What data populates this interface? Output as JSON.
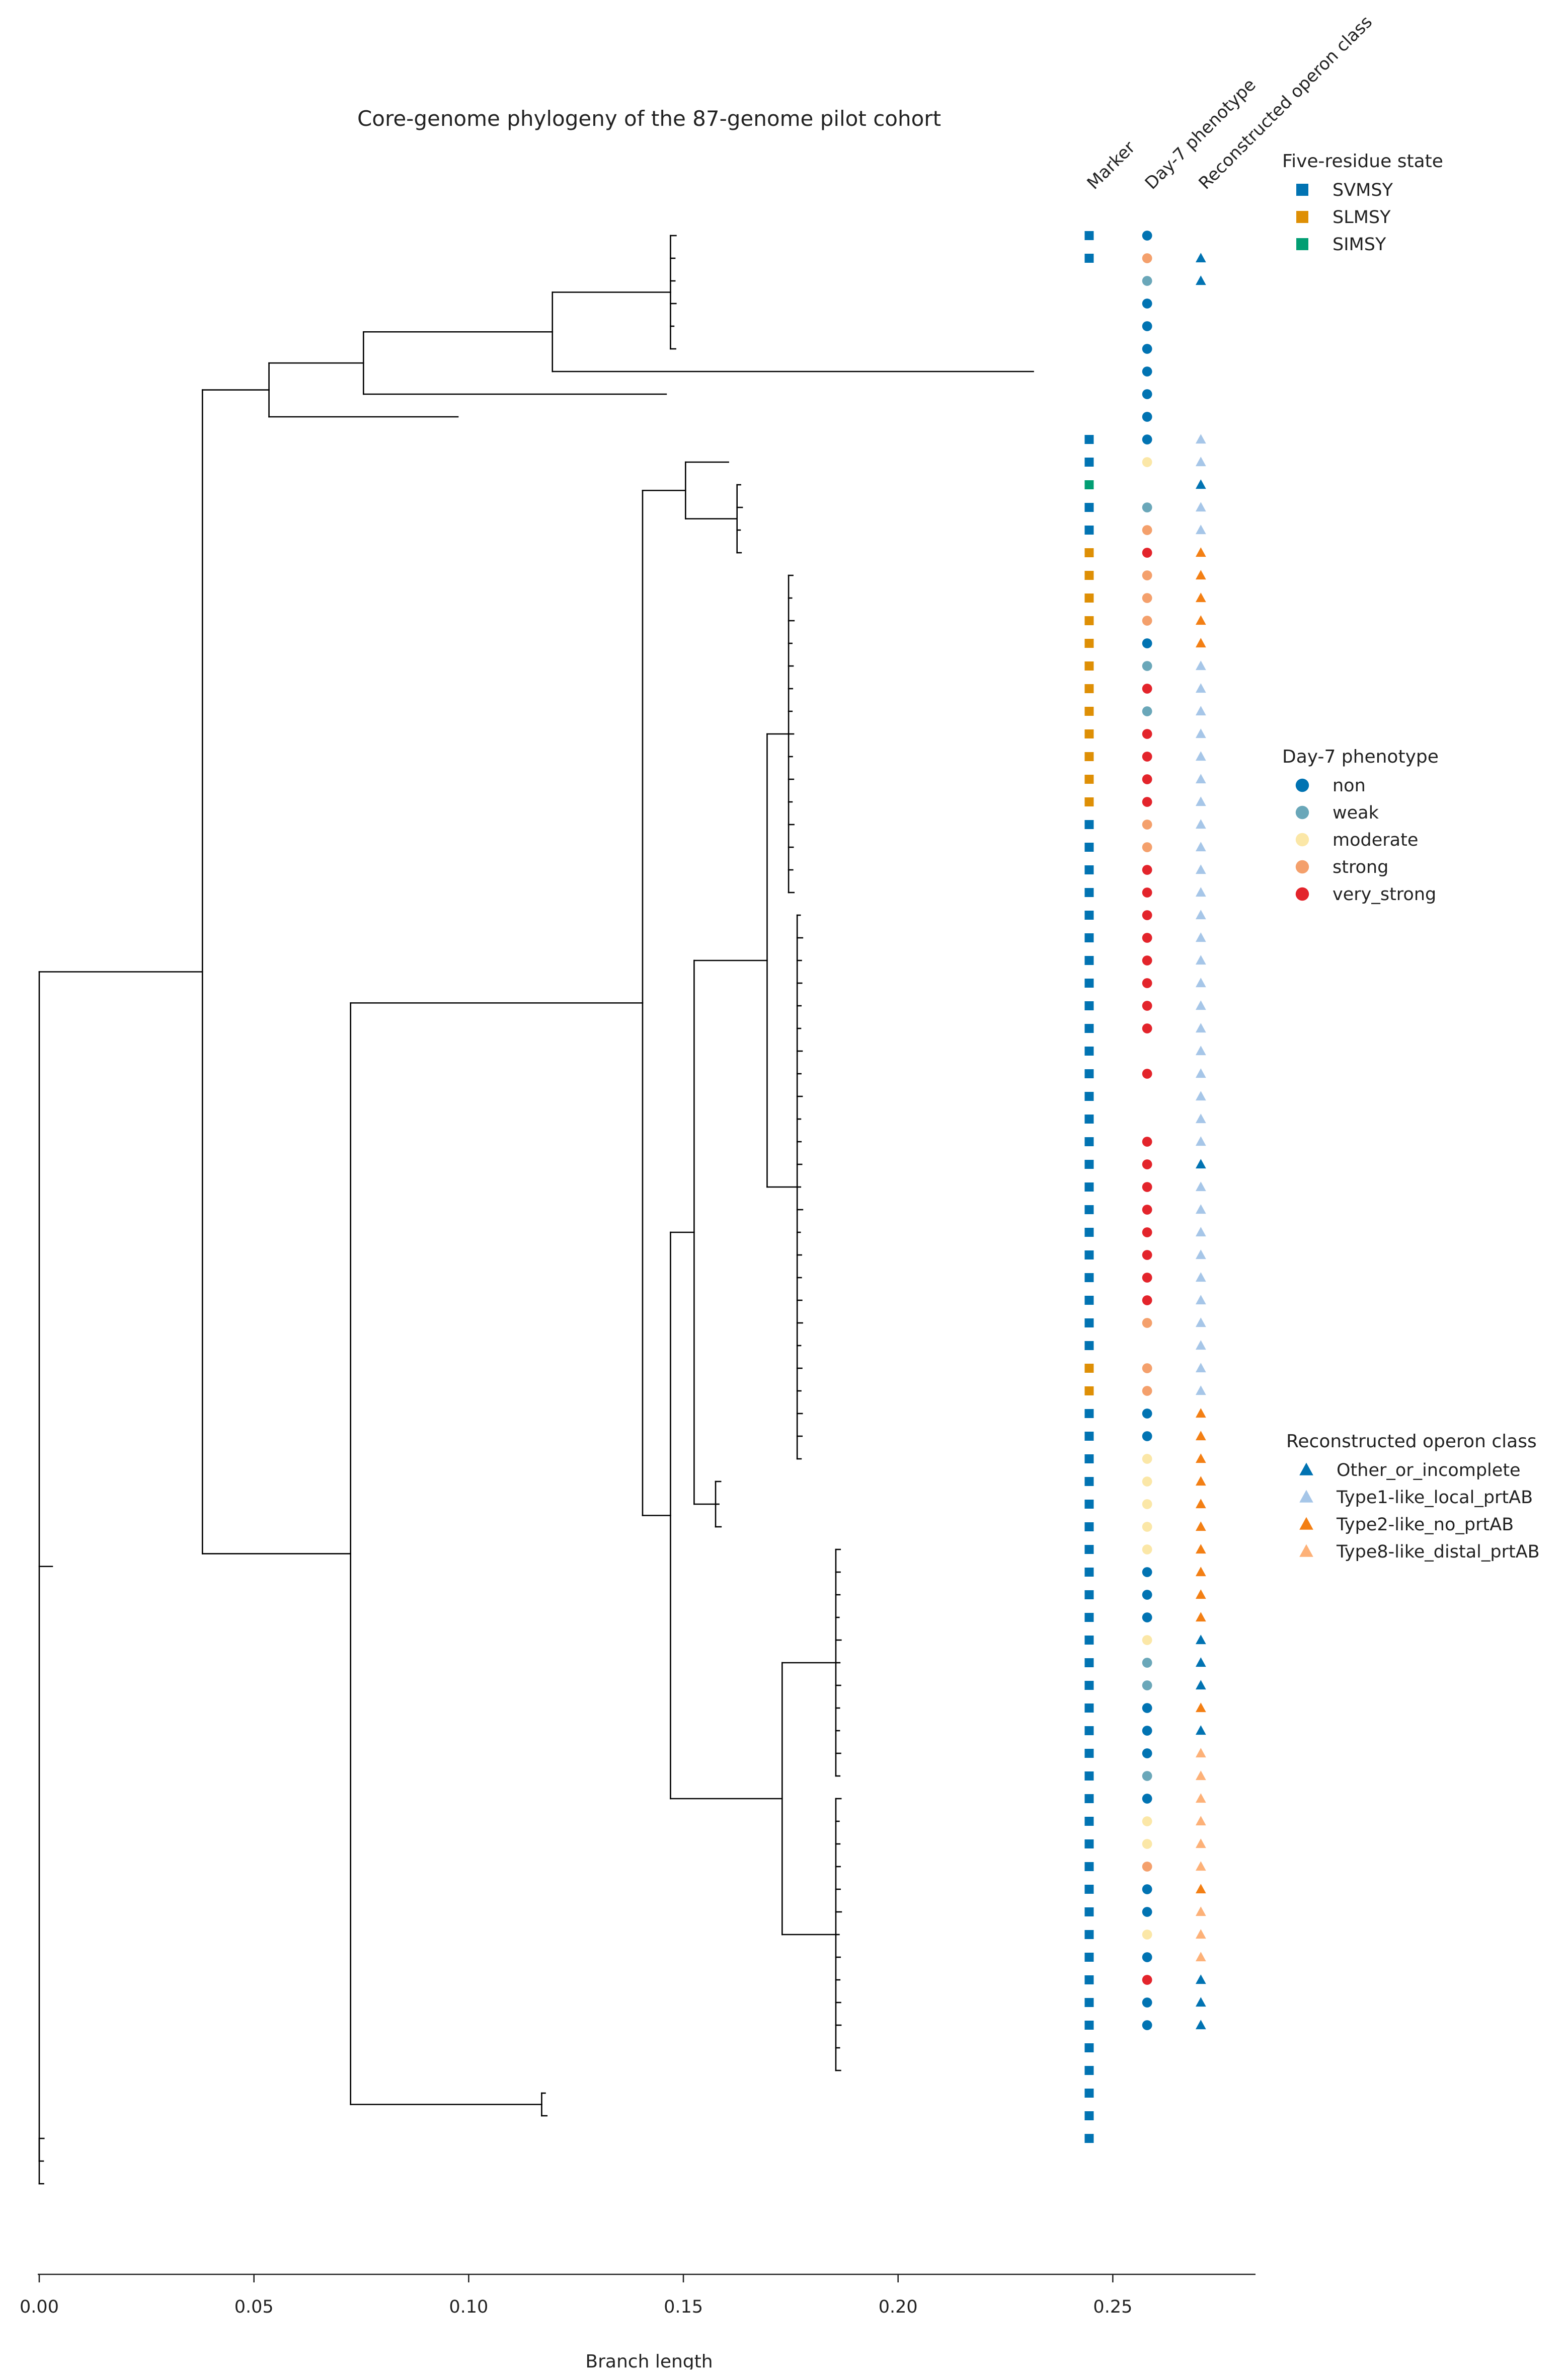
{
  "chart_data": {
    "type": "phylogenetic-tree",
    "title": "Core-genome phylogeny of the 87-genome pilot cohort",
    "xlabel": "Branch length",
    "xlim": [
      0,
      0.283
    ],
    "xticks": [
      {
        "value": 0.0,
        "label": "0.00"
      },
      {
        "value": 0.05,
        "label": "0.05"
      },
      {
        "value": 0.1,
        "label": "0.10"
      },
      {
        "value": 0.15,
        "label": "0.15"
      },
      {
        "value": 0.2,
        "label": "0.20"
      },
      {
        "value": 0.25,
        "label": "0.25"
      }
    ],
    "columns": [
      {
        "name": "Marker",
        "x": 0.2445
      },
      {
        "name": "Day-7 phenotype",
        "x": 0.258
      },
      {
        "name": "Reconstructed operon class",
        "x": 0.2705
      }
    ],
    "legends": [
      {
        "title": "Five-residue state",
        "shape": "square",
        "items": [
          {
            "key": "S",
            "label": "SVMSY",
            "color": "#0173b2"
          },
          {
            "key": "L",
            "label": "SLMSY",
            "color": "#de8f05"
          },
          {
            "key": "I",
            "label": "SIMSY",
            "color": "#029e73"
          }
        ]
      },
      {
        "title": "Day-7 phenotype",
        "shape": "circle",
        "items": [
          {
            "key": "n",
            "label": "non",
            "color": "#0173b2"
          },
          {
            "key": "w",
            "label": "weak",
            "color": "#6aa7b9"
          },
          {
            "key": "m",
            "label": "moderate",
            "color": "#fbe7a7"
          },
          {
            "key": "s",
            "label": "strong",
            "color": "#f4a06c"
          },
          {
            "key": "v",
            "label": "very_strong",
            "color": "#e3242b"
          }
        ]
      },
      {
        "title": "Reconstructed operon class",
        "shape": "triangle",
        "items": [
          {
            "key": "O",
            "label": "Other_or_incomplete",
            "color": "#0173b2"
          },
          {
            "key": "1",
            "label": "Type1-like_local_prtAB",
            "color": "#a6c6e8"
          },
          {
            "key": "2",
            "label": "Type2-like_no_prtAB",
            "color": "#f37f14"
          },
          {
            "key": "8",
            "label": "Type8-like_distal_prtAB",
            "color": "#fdb178"
          }
        ]
      }
    ],
    "leaves": {
      "count": 87,
      "marker": "SS-------SSISSLLLLLLLLLLLLSSSSSSSSSSSSSSSSSSSSSSSSLLSSSSSSSSSSSSSSSSSSSSSSSSSSSSSSSSS---",
      "phenotype": "nswnnnnnnnm-wsvsssnwvwvvvvssvvvvvvvv-v--vvvvvvvvs-ssnnmmmmmnnnmwwnnnwnmmsnnmnvnn",
      "operon": "-OO------11O11222221111111111111111111111O11111111112222222222OOO2O8888882888OOO---"
    },
    "tree": {
      "groups": [
        {
          "x": 0.0,
          "leaves": [
            0,
            86
          ],
          "children": [
            {
              "x": 0.038,
              "leaves": [
                0,
                83
              ],
              "children": [
                {
                  "x": 0.0535,
                  "leaves": [
                    0,
                    9
                  ],
                  "children": [
                    {
                      "x": 0.0535,
                      "leaves": [
                        0,
                        8
                      ],
                      "children": [
                        {
                          "x": 0.0755,
                          "leaves": [
                            0,
                            7
                          ],
                          "children": [
                            {
                              "x": 0.1195,
                              "leaves": [
                                0,
                                6
                              ],
                              "children": [
                                {
                                  "x": 0.147,
                                  "leaves": [
                                    0,
                                    5
                                  ]
                                },
                                {
                                  "x": 0.2315,
                                  "leaves": [
                                    6,
                                    6
                                  ]
                                }
                              ]
                            },
                            {
                              "x": 0.146,
                              "leaves": [
                                7,
                                7
                              ]
                            }
                          ]
                        },
                        {
                          "x": 0.0975,
                          "leaves": [
                            8,
                            8
                          ]
                        }
                      ]
                    }
                  ]
                },
                {
                  "x": 0.0725,
                  "leaves": [
                    10,
                    83
                  ],
                  "children": [
                    {
                      "x": 0.1405,
                      "leaves": [
                        10,
                        81
                      ],
                      "children": [
                        {
                          "x": 0.1505,
                          "leaves": [
                            10,
                            14
                          ],
                          "children": [
                            {
                              "x": 0.1605,
                              "leaves": [
                                10,
                                10
                              ]
                            },
                            {
                              "x": 0.1625,
                              "leaves": [
                                11,
                                14
                              ]
                            }
                          ]
                        },
                        {
                          "x": 0.147,
                          "leaves": [
                            15,
                            81
                          ],
                          "children": [
                            {
                              "x": 0.1525,
                              "leaves": [
                                15,
                                57
                              ],
                              "children": [
                                {
                                  "x": 0.1695,
                                  "leaves": [
                                    15,
                                    54
                                  ],
                                  "children": [
                                    {
                                      "x": 0.1745,
                                      "leaves": [
                                        15,
                                        29
                                      ]
                                    },
                                    {
                                      "x": 0.1765,
                                      "leaves": [
                                        30,
                                        54
                                      ]
                                    }
                                  ]
                                },
                                {
                                  "x": 0.1575,
                                  "leaves": [
                                    55,
                                    57
                                  ]
                                }
                              ]
                            },
                            {
                              "x": 0.173,
                              "leaves": [
                                58,
                                81
                              ],
                              "children": [
                                {
                                  "x": 0.1855,
                                  "leaves": [
                                    58,
                                    68
                                  ]
                                },
                                {
                                  "x": 0.1855,
                                  "leaves": [
                                    69,
                                    81
                                  ]
                                }
                              ]
                            }
                          ]
                        }
                      ]
                    },
                    {
                      "x": 0.117,
                      "leaves": [
                        82,
                        83
                      ]
                    }
                  ]
                }
              ]
            },
            {
              "x": 0.0,
              "leaves": [
                84,
                86
              ]
            }
          ]
        }
      ]
    }
  }
}
